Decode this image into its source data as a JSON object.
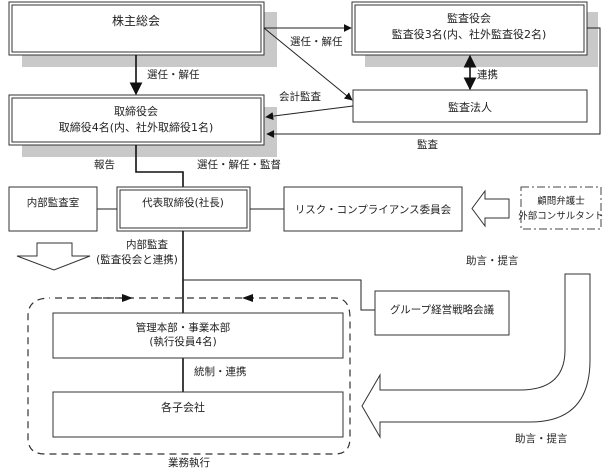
{
  "nodes": {
    "shareholders": {
      "label": "株主総会"
    },
    "audit_board": {
      "line1": "監査役会",
      "line2": "監査役3名(内、社外監査役2名)"
    },
    "board": {
      "line1": "取締役会",
      "line2": "取締役4名(内、社外取締役1名)"
    },
    "auditor_firm": {
      "label": "監査法人"
    },
    "internal_audit": {
      "label": "内部監査室"
    },
    "president": {
      "label": "代表取締役(社長)"
    },
    "risk_committee": {
      "label": "リスク・コンプライアンス委員会"
    },
    "advisors": {
      "line1": "顧問弁護士",
      "line2": "外部コンサルタント"
    },
    "group_meeting": {
      "label": "グループ経営戦略会議"
    },
    "divisions": {
      "line1": "管理本部・事業本部",
      "line2": "(執行役員4名)"
    },
    "subsidiaries": {
      "label": "各子会社"
    }
  },
  "edge_labels": {
    "elect_dismiss_board": "選任・解任",
    "elect_dismiss_audit": "選任・解任",
    "cooperation": "連携",
    "accounting_audit": "会計監査",
    "audit": "監査",
    "report": "報告",
    "elect_dismiss_supervise": "選任・解任・監督",
    "internal_audit_line1": "内部監査",
    "internal_audit_line2": "(監査役会と連携)",
    "advice_upper": "助言・提言",
    "advice_lower": "助言・提言",
    "control_cooperation": "統制・連携",
    "execution": "業務執行"
  }
}
